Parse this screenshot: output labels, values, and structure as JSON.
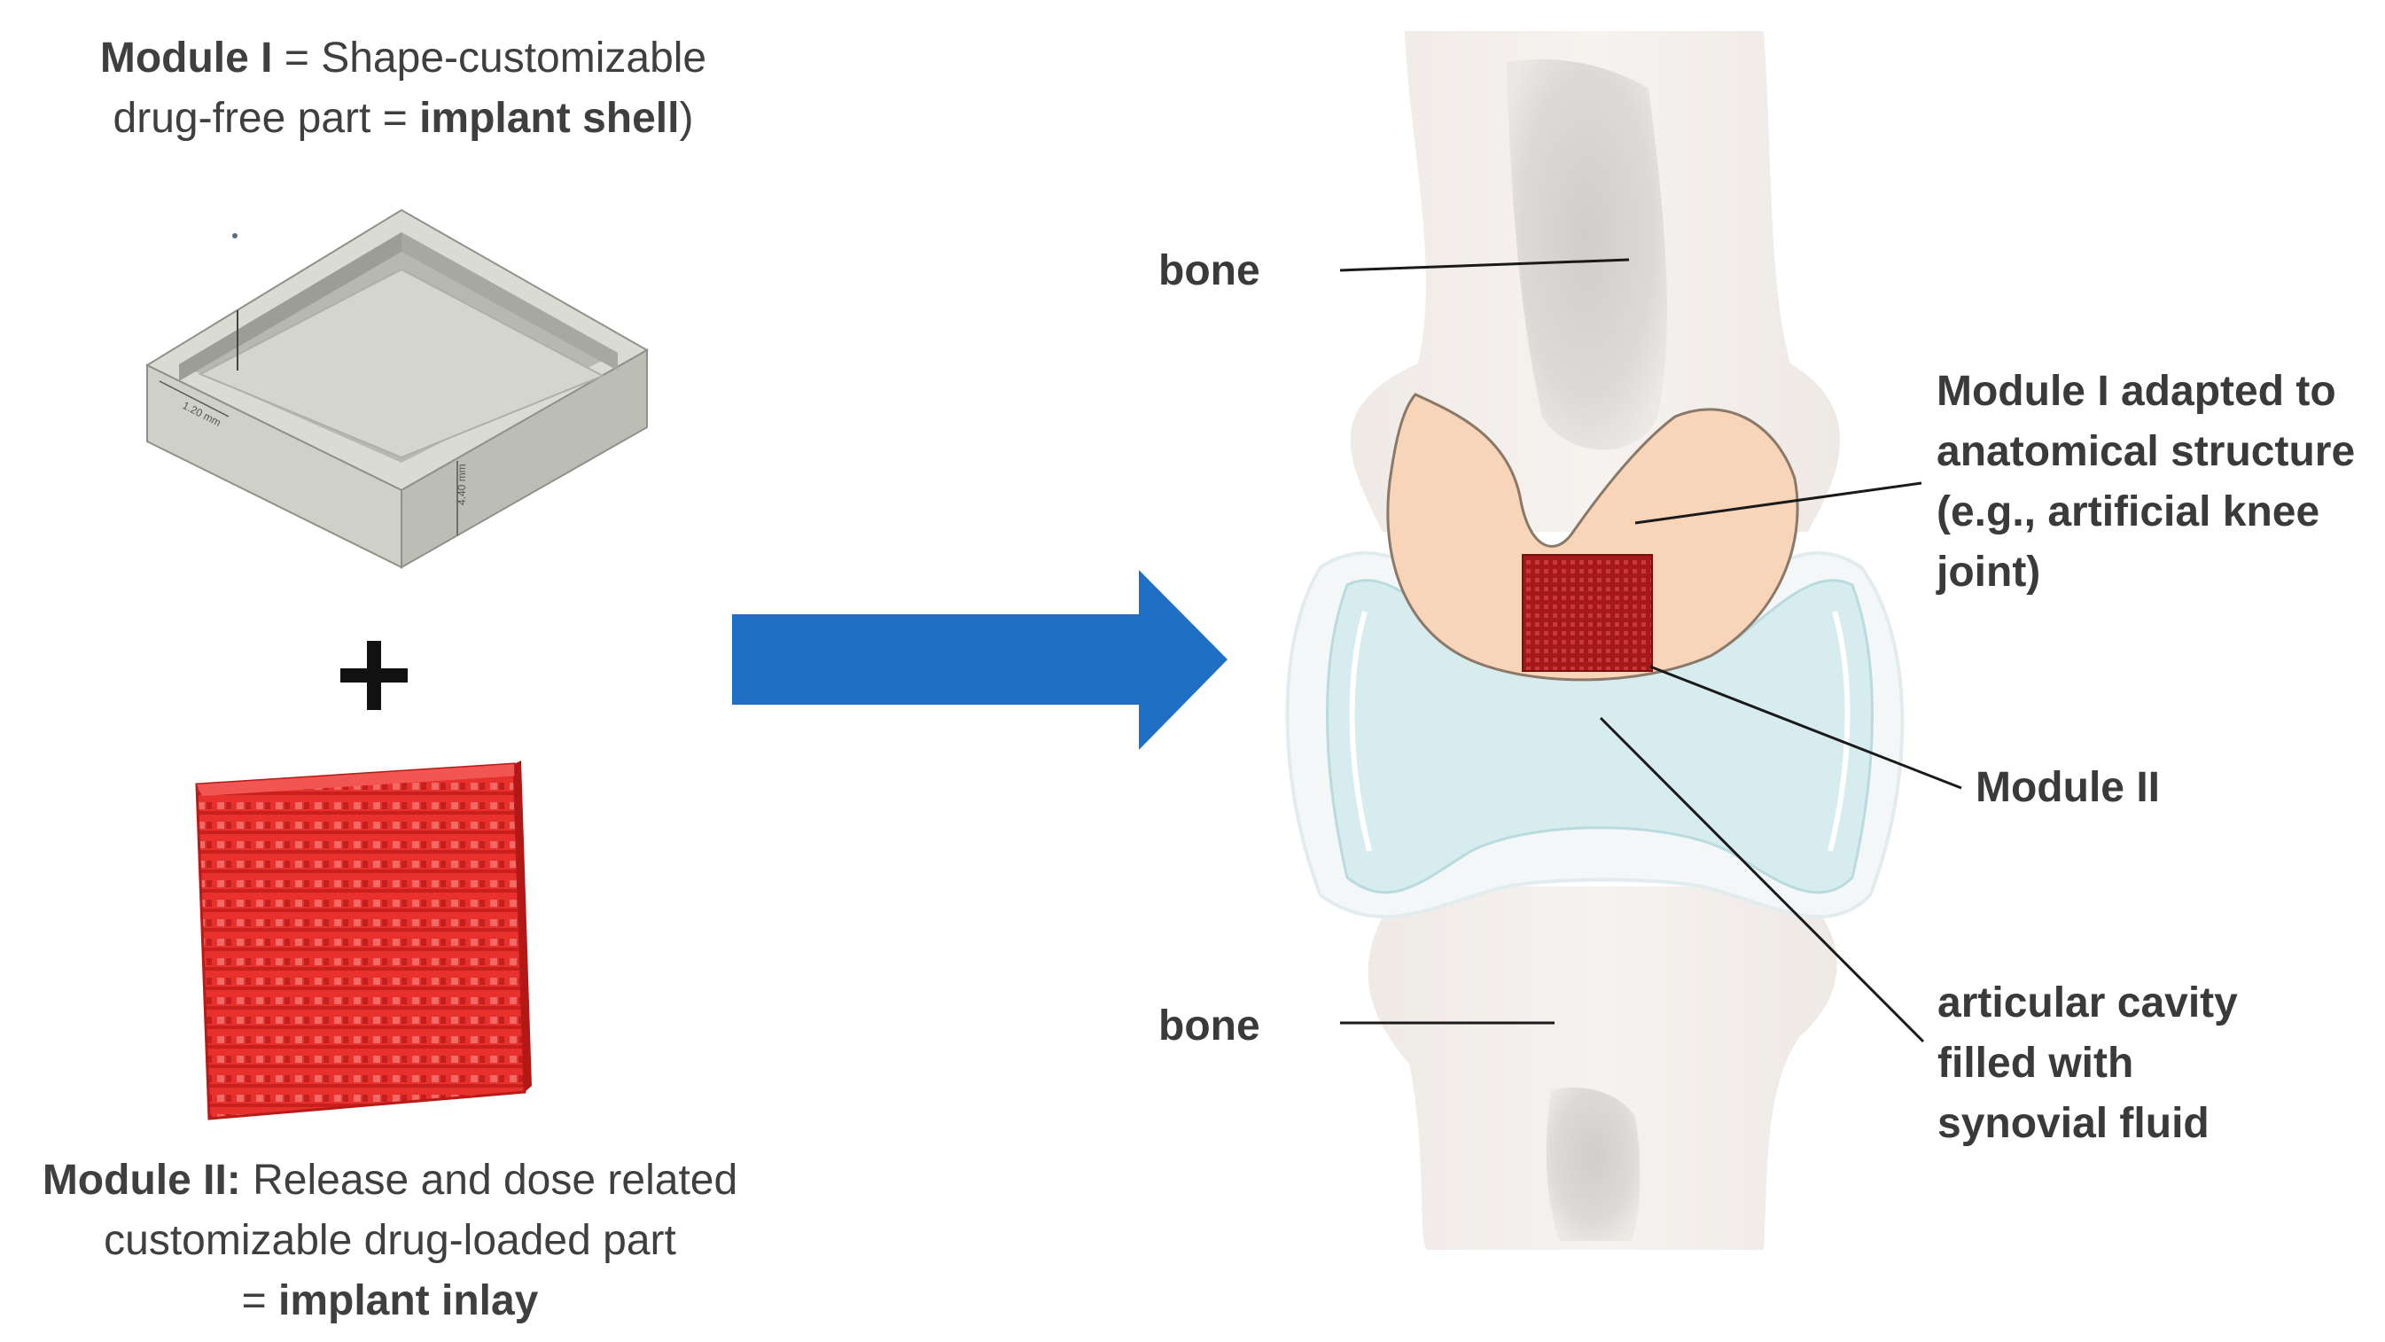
{
  "module1_caption": {
    "line1_bold": "Module I",
    "line1_rest": " = Shape-customizable",
    "line2_rest": "drug-free part  = ",
    "line2_bold": "implant shell",
    "line2_end": ")"
  },
  "shell_dims": {
    "top": "1.20 mm",
    "side": "4.40 mm"
  },
  "plus_sign": "+",
  "module2_caption": {
    "line1_bold": "Module II:",
    "line1_rest": " Release and dose related",
    "line2": "customizable drug-loaded  part",
    "line3_rest": "= ",
    "line3_bold": "implant inlay"
  },
  "joint_labels": {
    "bone_top": "bone",
    "bone_bottom": "bone",
    "module1_adapted": [
      "Module I adapted to",
      "anatomical structure",
      "(e.g., artificial knee",
      "joint)"
    ],
    "module2": "Module II",
    "cavity": [
      "articular cavity",
      "filled with",
      "synovial fluid"
    ]
  },
  "colors": {
    "arrow": "#1f6fc5",
    "inlay_red": "#e8302d",
    "shell_gray": "#c9cbc2",
    "femur_cap": "#f8d5b9",
    "synovial": "#d6ecef",
    "bone": "#f1ece8",
    "marrow": "#d9d6d3",
    "module2_dark_red": "#a5181b"
  }
}
